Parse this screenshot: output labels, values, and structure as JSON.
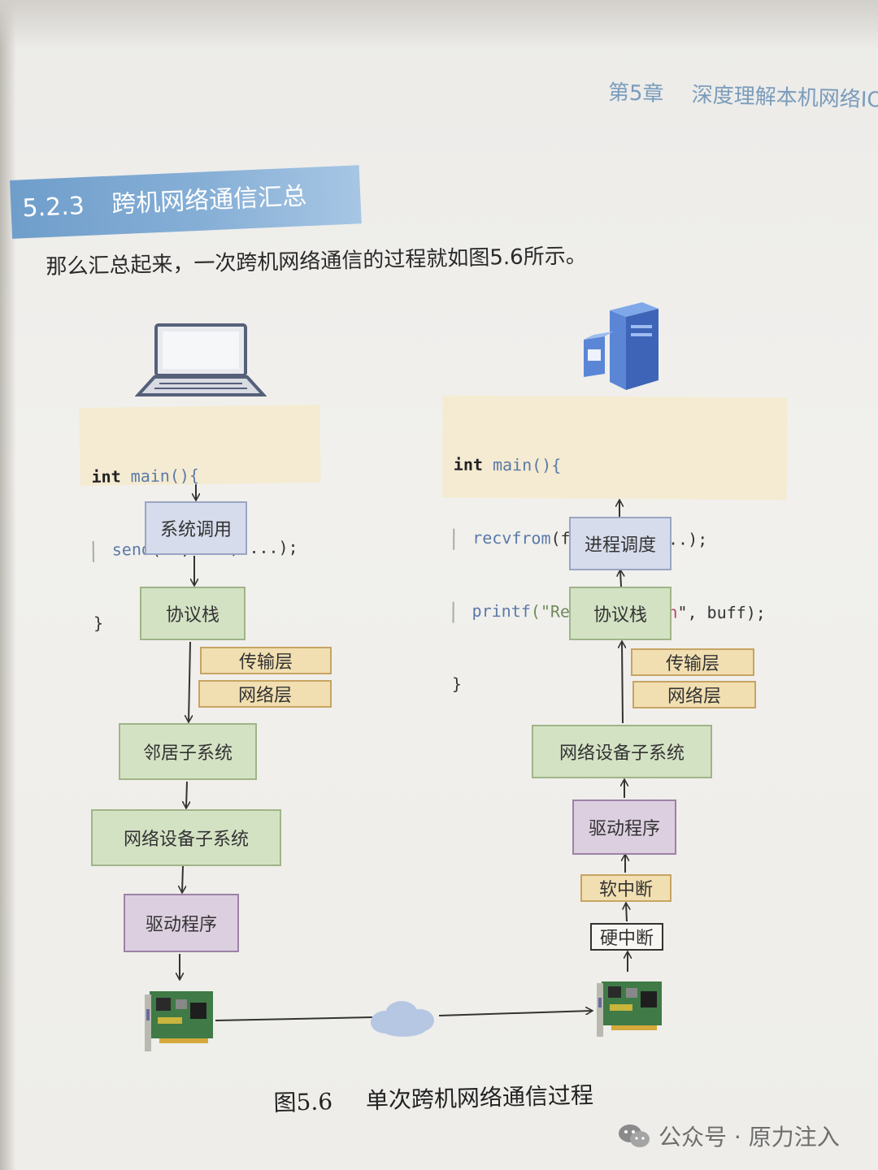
{
  "header": {
    "chapter": "第5章",
    "title": "深度理解本机网络IO"
  },
  "section": {
    "number": "5.2.3",
    "title": "跨机网络通信汇总"
  },
  "intro": "那么汇总起来，一次跨机网络通信的过程就如图5.6所示。",
  "sender": {
    "code": {
      "kw": "int",
      "main": "main(){",
      "call_fn": "send",
      "call_args": "(fd, buf, ...);",
      "close": "}"
    },
    "steps": {
      "syscall": "系统调用",
      "stack": "协议栈",
      "transport": "传输层",
      "network": "网络层",
      "neighbor": "邻居子系统",
      "netdev": "网络设备子系统",
      "driver": "驱动程序"
    }
  },
  "receiver": {
    "code": {
      "kw": "int",
      "main": "main(){",
      "recv_fn": "recvfrom",
      "recv_args": "(fd, buff, ...);",
      "print_fn": "printf",
      "print_open": "(\"Received ",
      "print_fmt": "%s\\n",
      "print_close": "\", buff);",
      "close": "}"
    },
    "steps": {
      "sched": "进程调度",
      "stack": "协议栈",
      "transport": "传输层",
      "network": "网络层",
      "netdev": "网络设备子系统",
      "driver": "驱动程序",
      "softirq": "软中断",
      "hardirq": "硬中断"
    }
  },
  "caption": {
    "figure": "图5.6",
    "text": "单次跨机网络通信过程"
  },
  "watermark": "公众号 · 原力注入",
  "colors": {
    "banner": "#6f9ecb",
    "syscall_box": "#d7dcec",
    "stack_box": "#d4e2c4",
    "layer_box": "#f1dfb1",
    "driver_box": "#dccfe0",
    "code_bg": "#f4ebd2"
  },
  "icons": [
    "laptop-icon",
    "server-icon",
    "nic-card-icon",
    "cloud-icon",
    "wechat-icon"
  ]
}
